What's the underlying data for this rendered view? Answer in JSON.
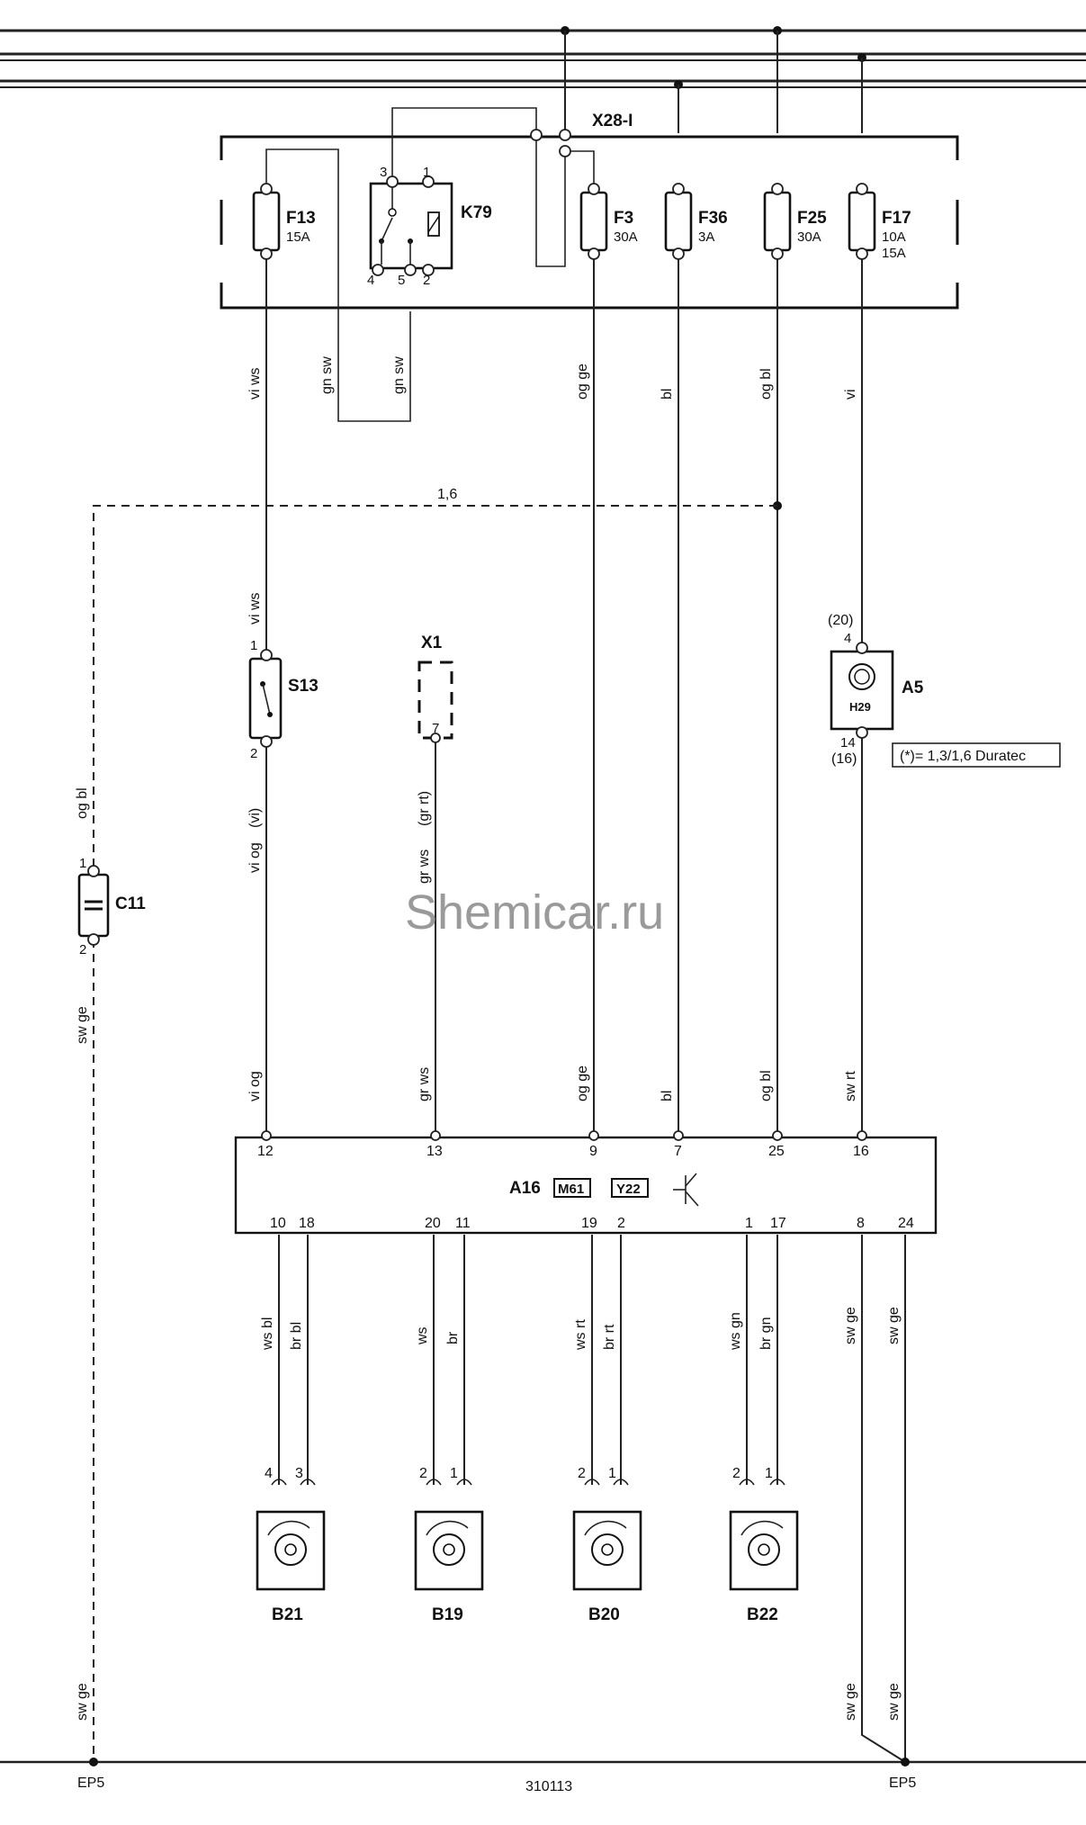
{
  "header": {
    "connector_block": "X28-I"
  },
  "fuses": [
    {
      "id": "F13",
      "rating": "15A",
      "rating2": ""
    },
    {
      "id": "F3",
      "rating": "30A",
      "rating2": ""
    },
    {
      "id": "F36",
      "rating": "3A",
      "rating2": ""
    },
    {
      "id": "F25",
      "rating": "30A",
      "rating2": ""
    },
    {
      "id": "F17",
      "rating": "10A",
      "rating2": "15A"
    }
  ],
  "relay": {
    "id": "K79",
    "pins": [
      "3",
      "1",
      "4",
      "5",
      "2"
    ]
  },
  "upper_wires": [
    "vi ws",
    "gn sw",
    "gn sw",
    "og ge",
    "bl",
    "og bl",
    "vi"
  ],
  "splice_label": "1,6",
  "switch": {
    "id": "S13",
    "pin_top": "1",
    "pin_bottom": "2",
    "wire_top": "vi ws",
    "wire_bottom": "vi og",
    "wire_bottom_alt": "(vi)"
  },
  "connector_x1": {
    "id": "X1",
    "pin": "7",
    "wire": "gr ws",
    "wire_alt": "(gr rt)"
  },
  "a5": {
    "id": "A5",
    "inner": "H29",
    "pin_top": "4",
    "pin_top_alt": "(20)",
    "pin_bottom": "14",
    "pin_bottom_alt": "(16)",
    "note": "(*)= 1,3/1,6 Duratec"
  },
  "capacitor": {
    "id": "C11",
    "pin_top": "1",
    "pin_bottom": "2",
    "wire_top": "og bl",
    "wire_bottom": "sw ge"
  },
  "lower_wires": [
    "vi og",
    "gr ws",
    "og ge",
    "bl",
    "og bl",
    "sw rt"
  ],
  "a16": {
    "id": "A16",
    "tag1": "M61",
    "tag2": "Y22",
    "top_pins": [
      "12",
      "13",
      "9",
      "7",
      "25",
      "16"
    ],
    "bottom_pins": [
      "10",
      "18",
      "20",
      "11",
      "19",
      "2",
      "1",
      "17",
      "8",
      "24"
    ]
  },
  "sensor_wires": [
    "ws bl",
    "br bl",
    "ws",
    "br",
    "ws rt",
    "br rt",
    "ws gn",
    "br gn",
    "sw ge",
    "sw ge"
  ],
  "sensors": [
    {
      "id": "B21",
      "pin_a": "4",
      "pin_b": "3"
    },
    {
      "id": "B19",
      "pin_a": "2",
      "pin_b": "1"
    },
    {
      "id": "B20",
      "pin_a": "2",
      "pin_b": "1"
    },
    {
      "id": "B22",
      "pin_a": "2",
      "pin_b": "1"
    }
  ],
  "ground_wires": [
    "sw ge",
    "sw ge",
    "sw ge"
  ],
  "footer": {
    "ground_left": "EP5",
    "ground_right": "EP5",
    "diagram_number": "310113"
  },
  "watermark": "Shemicar.ru"
}
